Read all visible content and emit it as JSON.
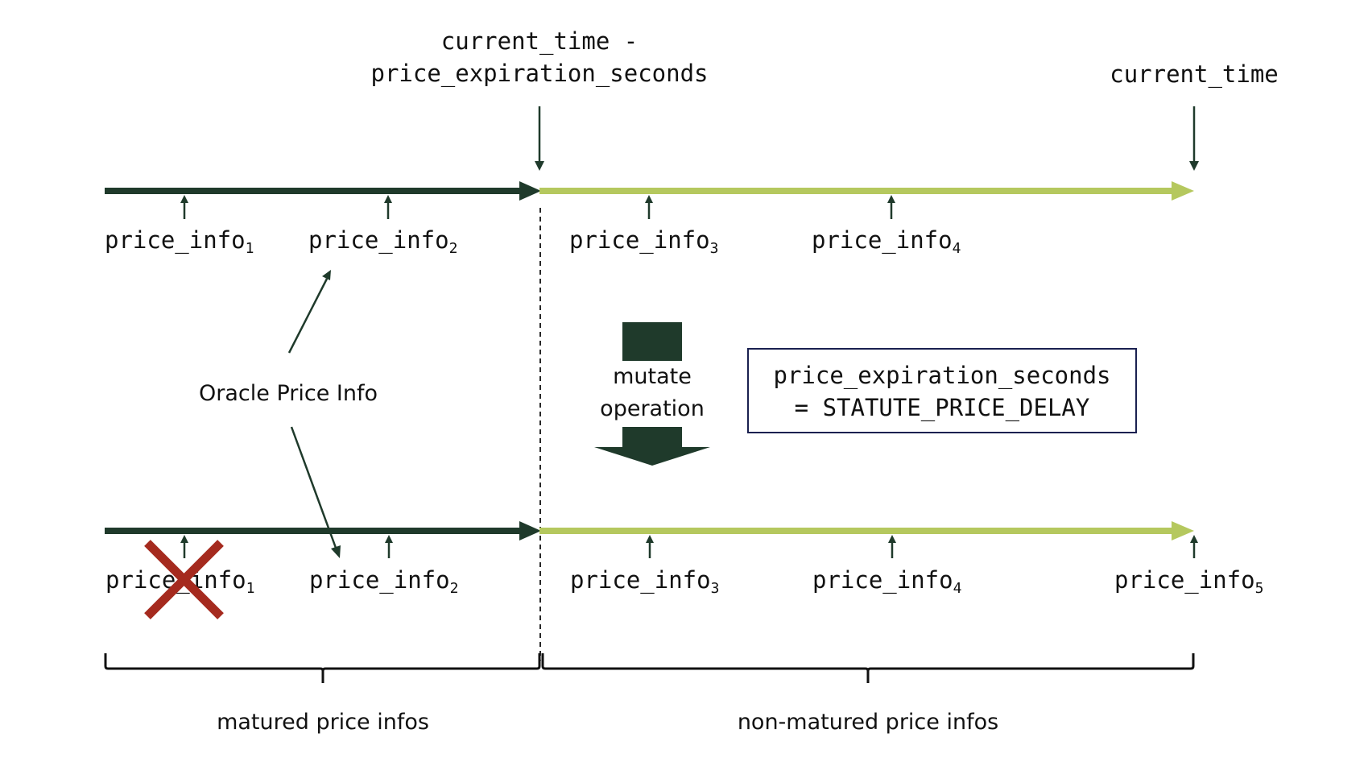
{
  "colors": {
    "dark": "#1f3a2b",
    "light": "#b5c85e",
    "cross": "#a52a1e",
    "box_border": "#1a2050",
    "text": "#111111"
  },
  "top_labels": {
    "expiry_line1": "current_time -",
    "expiry_line2": "price_expiration_seconds",
    "current": "current_time"
  },
  "top_timeline": {
    "items": [
      {
        "base": "price_info",
        "sub": "1"
      },
      {
        "base": "price_info",
        "sub": "2"
      },
      {
        "base": "price_info",
        "sub": "3"
      },
      {
        "base": "price_info",
        "sub": "4"
      }
    ]
  },
  "bottom_timeline": {
    "items": [
      {
        "base": "price_info",
        "sub": "1",
        "removed": true
      },
      {
        "base": "price_info",
        "sub": "2"
      },
      {
        "base": "price_info",
        "sub": "3"
      },
      {
        "base": "price_info",
        "sub": "4"
      },
      {
        "base": "price_info",
        "sub": "5"
      }
    ]
  },
  "oracle_label": "Oracle Price Info",
  "mutate": {
    "line1": "mutate",
    "line2": "operation"
  },
  "formula_box": {
    "line1": "price_expiration_seconds",
    "line2": "= STATUTE_PRICE_DELAY"
  },
  "braces": {
    "matured": "matured price infos",
    "non_matured": "non-matured price infos"
  }
}
